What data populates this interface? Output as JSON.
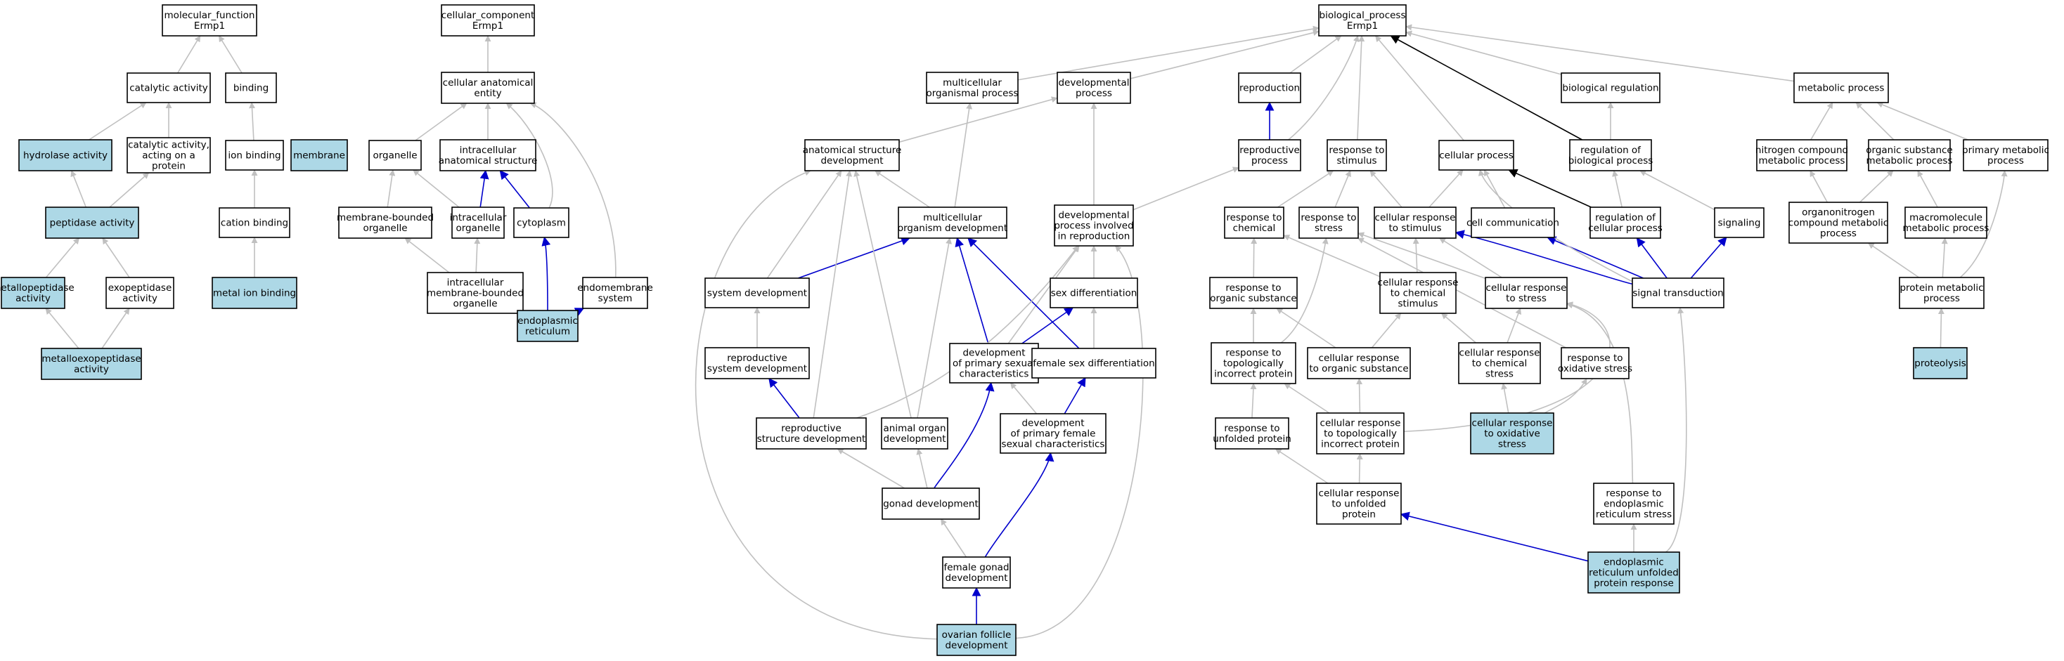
{
  "colors": {
    "highlight_fill": "#add8e6",
    "node_fill": "#ffffff",
    "node_border": "#000000",
    "edge_is_a": "#c0c0c0",
    "edge_part_of": "#0000cc",
    "edge_regulates": "#000000"
  },
  "nodes": [
    {
      "id": "mf",
      "lines": [
        "molecular_function",
        "Ermp1"
      ],
      "highlight": false
    },
    {
      "id": "cat",
      "lines": [
        "catalytic activity"
      ],
      "highlight": false
    },
    {
      "id": "binding",
      "lines": [
        "binding"
      ],
      "highlight": false
    },
    {
      "id": "hydro",
      "lines": [
        "hydrolase activity"
      ],
      "highlight": true
    },
    {
      "id": "catprot",
      "lines": [
        "catalytic activity,",
        "acting on a",
        "protein"
      ],
      "highlight": false
    },
    {
      "id": "ionb",
      "lines": [
        "ion binding"
      ],
      "highlight": false
    },
    {
      "id": "pept",
      "lines": [
        "peptidase activity"
      ],
      "highlight": true
    },
    {
      "id": "cationb",
      "lines": [
        "cation binding"
      ],
      "highlight": false
    },
    {
      "id": "metallo",
      "lines": [
        "metallopeptidase",
        "activity"
      ],
      "highlight": true
    },
    {
      "id": "exo",
      "lines": [
        "exopeptidase",
        "activity"
      ],
      "highlight": false
    },
    {
      "id": "metalion",
      "lines": [
        "metal ion binding"
      ],
      "highlight": true
    },
    {
      "id": "metexo",
      "lines": [
        "metalloexopeptidase",
        "activity"
      ],
      "highlight": true
    },
    {
      "id": "cc",
      "lines": [
        "cellular_component",
        "Ermp1"
      ],
      "highlight": false
    },
    {
      "id": "cae",
      "lines": [
        "cellular anatomical",
        "entity"
      ],
      "highlight": false
    },
    {
      "id": "membrane",
      "lines": [
        "membrane"
      ],
      "highlight": true
    },
    {
      "id": "organelle",
      "lines": [
        "organelle"
      ],
      "highlight": false
    },
    {
      "id": "intraanat",
      "lines": [
        "intracellular",
        "anatomical structure"
      ],
      "highlight": false
    },
    {
      "id": "mbo",
      "lines": [
        "membrane-bounded",
        "organelle"
      ],
      "highlight": false
    },
    {
      "id": "intraorg",
      "lines": [
        "intracellular",
        "organelle"
      ],
      "highlight": false
    },
    {
      "id": "cyto",
      "lines": [
        "cytoplasm"
      ],
      "highlight": false
    },
    {
      "id": "imbo",
      "lines": [
        "intracellular",
        "membrane-bounded",
        "organelle"
      ],
      "highlight": false
    },
    {
      "id": "endosys",
      "lines": [
        "endomembrane",
        "system"
      ],
      "highlight": false
    },
    {
      "id": "er",
      "lines": [
        "endoplasmic",
        "reticulum"
      ],
      "highlight": true
    },
    {
      "id": "bp",
      "lines": [
        "biological_process",
        "Ermp1"
      ],
      "highlight": false
    },
    {
      "id": "mop",
      "lines": [
        "multicellular",
        "organismal process"
      ],
      "highlight": false
    },
    {
      "id": "devp",
      "lines": [
        "developmental",
        "process"
      ],
      "highlight": false
    },
    {
      "id": "repro",
      "lines": [
        "reproduction"
      ],
      "highlight": false
    },
    {
      "id": "bioreg",
      "lines": [
        "biological regulation"
      ],
      "highlight": false
    },
    {
      "id": "metab",
      "lines": [
        "metabolic process"
      ],
      "highlight": false
    },
    {
      "id": "asd",
      "lines": [
        "anatomical structure",
        "development"
      ],
      "highlight": false
    },
    {
      "id": "reprop",
      "lines": [
        "reproductive",
        "process"
      ],
      "highlight": false
    },
    {
      "id": "rts",
      "lines": [
        "response to",
        "stimulus"
      ],
      "highlight": false
    },
    {
      "id": "cellp",
      "lines": [
        "cellular process"
      ],
      "highlight": false
    },
    {
      "id": "regbp",
      "lines": [
        "regulation of",
        "biological process"
      ],
      "highlight": false
    },
    {
      "id": "ncmp",
      "lines": [
        "nitrogen compound",
        "metabolic process"
      ],
      "highlight": false
    },
    {
      "id": "osmp",
      "lines": [
        "organic substance",
        "metabolic process"
      ],
      "highlight": false
    },
    {
      "id": "pmp",
      "lines": [
        "primary metabolic",
        "process"
      ],
      "highlight": false
    },
    {
      "id": "mod",
      "lines": [
        "multicellular",
        "organism development"
      ],
      "highlight": false
    },
    {
      "id": "dpir",
      "lines": [
        "developmental",
        "process involved",
        "in reproduction"
      ],
      "highlight": false
    },
    {
      "id": "rtchem",
      "lines": [
        "response to",
        "chemical"
      ],
      "highlight": false
    },
    {
      "id": "rtstress",
      "lines": [
        "response to",
        "stress"
      ],
      "highlight": false
    },
    {
      "id": "crts",
      "lines": [
        "cellular response",
        "to stimulus"
      ],
      "highlight": false
    },
    {
      "id": "cellcomm",
      "lines": [
        "cell communication"
      ],
      "highlight": false
    },
    {
      "id": "regcp",
      "lines": [
        "regulation of",
        "cellular process"
      ],
      "highlight": false
    },
    {
      "id": "signaling",
      "lines": [
        "signaling"
      ],
      "highlight": false
    },
    {
      "id": "oncmp",
      "lines": [
        "organonitrogen",
        "compound metabolic",
        "process"
      ],
      "highlight": false
    },
    {
      "id": "macromp",
      "lines": [
        "macromolecule",
        "metabolic process"
      ],
      "highlight": false
    },
    {
      "id": "sysdev",
      "lines": [
        "system development"
      ],
      "highlight": false
    },
    {
      "id": "sexdiff",
      "lines": [
        "sex differentiation"
      ],
      "highlight": false
    },
    {
      "id": "rtos",
      "lines": [
        "response to",
        "organic substance"
      ],
      "highlight": false
    },
    {
      "id": "crtcs",
      "lines": [
        "cellular response",
        "to chemical",
        "stimulus"
      ],
      "highlight": false
    },
    {
      "id": "crtstress",
      "lines": [
        "cellular response",
        "to stress"
      ],
      "highlight": false
    },
    {
      "id": "sigtrans",
      "lines": [
        "signal transduction"
      ],
      "highlight": false
    },
    {
      "id": "protmp",
      "lines": [
        "protein metabolic",
        "process"
      ],
      "highlight": false
    },
    {
      "id": "rsd",
      "lines": [
        "reproductive",
        "system development"
      ],
      "highlight": false
    },
    {
      "id": "dpsc",
      "lines": [
        "development",
        "of primary sexual",
        "characteristics"
      ],
      "highlight": false
    },
    {
      "id": "fsd",
      "lines": [
        "female sex differentiation"
      ],
      "highlight": false
    },
    {
      "id": "rtip",
      "lines": [
        "response to",
        "topologically",
        "incorrect protein"
      ],
      "highlight": false
    },
    {
      "id": "crtos",
      "lines": [
        "cellular response",
        "to organic substance"
      ],
      "highlight": false
    },
    {
      "id": "crtchemstress",
      "lines": [
        "cellular response",
        "to chemical",
        "stress"
      ],
      "highlight": false
    },
    {
      "id": "rtoxs",
      "lines": [
        "response to",
        "oxidative stress"
      ],
      "highlight": false
    },
    {
      "id": "proteolysis",
      "lines": [
        "proteolysis"
      ],
      "highlight": true
    },
    {
      "id": "rsdev",
      "lines": [
        "reproductive",
        "structure development"
      ],
      "highlight": false
    },
    {
      "id": "aod",
      "lines": [
        "animal organ",
        "development"
      ],
      "highlight": false
    },
    {
      "id": "dpfsc",
      "lines": [
        "development",
        "of primary female",
        "sexual characteristics"
      ],
      "highlight": false
    },
    {
      "id": "rtup",
      "lines": [
        "response to",
        "unfolded protein"
      ],
      "highlight": false
    },
    {
      "id": "crtip",
      "lines": [
        "cellular response",
        "to topologically",
        "incorrect protein"
      ],
      "highlight": false
    },
    {
      "id": "crtoxs",
      "lines": [
        "cellular response",
        "to oxidative",
        "stress"
      ],
      "highlight": true
    },
    {
      "id": "gonad",
      "lines": [
        "gonad development"
      ],
      "highlight": false
    },
    {
      "id": "crtup",
      "lines": [
        "cellular response",
        "to unfolded",
        "protein"
      ],
      "highlight": false
    },
    {
      "id": "rters",
      "lines": [
        "response to",
        "endoplasmic",
        "reticulum stress"
      ],
      "highlight": false
    },
    {
      "id": "fgd",
      "lines": [
        "female gonad",
        "development"
      ],
      "highlight": false
    },
    {
      "id": "erupr",
      "lines": [
        "endoplasmic",
        "reticulum unfolded",
        "protein response"
      ],
      "highlight": true
    },
    {
      "id": "ofd",
      "lines": [
        "ovarian follicle",
        "development"
      ],
      "highlight": true
    }
  ],
  "edges": [
    {
      "from": "cat",
      "to": "mf",
      "type": "is_a"
    },
    {
      "from": "binding",
      "to": "mf",
      "type": "is_a"
    },
    {
      "from": "hydro",
      "to": "cat",
      "type": "is_a"
    },
    {
      "from": "catprot",
      "to": "cat",
      "type": "is_a"
    },
    {
      "from": "ionb",
      "to": "binding",
      "type": "is_a"
    },
    {
      "from": "pept",
      "to": "hydro",
      "type": "is_a"
    },
    {
      "from": "pept",
      "to": "catprot",
      "type": "is_a"
    },
    {
      "from": "cationb",
      "to": "ionb",
      "type": "is_a"
    },
    {
      "from": "metallo",
      "to": "pept",
      "type": "is_a"
    },
    {
      "from": "exo",
      "to": "pept",
      "type": "is_a"
    },
    {
      "from": "metalion",
      "to": "cationb",
      "type": "is_a"
    },
    {
      "from": "metexo",
      "to": "metallo",
      "type": "is_a"
    },
    {
      "from": "metexo",
      "to": "exo",
      "type": "is_a"
    },
    {
      "from": "cae",
      "to": "cc",
      "type": "is_a"
    },
    {
      "from": "organelle",
      "to": "cae",
      "type": "is_a"
    },
    {
      "from": "intraanat",
      "to": "cae",
      "type": "is_a"
    },
    {
      "from": "cyto",
      "to": "cae",
      "type": "is_a"
    },
    {
      "from": "endosys",
      "to": "cae",
      "type": "is_a"
    },
    {
      "from": "mbo",
      "to": "organelle",
      "type": "is_a"
    },
    {
      "from": "intraorg",
      "to": "organelle",
      "type": "is_a"
    },
    {
      "from": "intraorg",
      "to": "intraanat",
      "type": "part_of"
    },
    {
      "from": "cyto",
      "to": "intraanat",
      "type": "part_of"
    },
    {
      "from": "imbo",
      "to": "mbo",
      "type": "is_a"
    },
    {
      "from": "imbo",
      "to": "intraorg",
      "type": "is_a"
    },
    {
      "from": "er",
      "to": "imbo",
      "type": "is_a"
    },
    {
      "from": "er",
      "to": "cyto",
      "type": "part_of"
    },
    {
      "from": "er",
      "to": "endosys",
      "type": "part_of"
    },
    {
      "from": "mop",
      "to": "bp",
      "type": "is_a"
    },
    {
      "from": "devp",
      "to": "bp",
      "type": "is_a"
    },
    {
      "from": "repro",
      "to": "bp",
      "type": "is_a"
    },
    {
      "from": "bioreg",
      "to": "bp",
      "type": "is_a"
    },
    {
      "from": "metab",
      "to": "bp",
      "type": "is_a"
    },
    {
      "from": "rts",
      "to": "bp",
      "type": "is_a"
    },
    {
      "from": "cellp",
      "to": "bp",
      "type": "is_a"
    },
    {
      "from": "reprop",
      "to": "bp",
      "type": "is_a"
    },
    {
      "from": "regbp",
      "to": "bp",
      "type": "regulates"
    },
    {
      "from": "asd",
      "to": "devp",
      "type": "is_a"
    },
    {
      "from": "reprop",
      "to": "repro",
      "type": "part_of"
    },
    {
      "from": "regbp",
      "to": "bioreg",
      "type": "is_a"
    },
    {
      "from": "ncmp",
      "to": "metab",
      "type": "is_a"
    },
    {
      "from": "osmp",
      "to": "metab",
      "type": "is_a"
    },
    {
      "from": "pmp",
      "to": "metab",
      "type": "is_a"
    },
    {
      "from": "mod",
      "to": "mop",
      "type": "is_a"
    },
    {
      "from": "mod",
      "to": "asd",
      "type": "is_a"
    },
    {
      "from": "dpir",
      "to": "devp",
      "type": "is_a"
    },
    {
      "from": "dpir",
      "to": "reprop",
      "type": "is_a"
    },
    {
      "from": "rtchem",
      "to": "rts",
      "type": "is_a"
    },
    {
      "from": "rtstress",
      "to": "rts",
      "type": "is_a"
    },
    {
      "from": "crts",
      "to": "rts",
      "type": "is_a"
    },
    {
      "from": "crts",
      "to": "cellp",
      "type": "is_a"
    },
    {
      "from": "cellcomm",
      "to": "cellp",
      "type": "is_a"
    },
    {
      "from": "regcp",
      "to": "cellp",
      "type": "regulates"
    },
    {
      "from": "regcp",
      "to": "regbp",
      "type": "is_a"
    },
    {
      "from": "signaling",
      "to": "regbp",
      "type": "is_a"
    },
    {
      "from": "oncmp",
      "to": "ncmp",
      "type": "is_a"
    },
    {
      "from": "oncmp",
      "to": "osmp",
      "type": "is_a"
    },
    {
      "from": "macromp",
      "to": "osmp",
      "type": "is_a"
    },
    {
      "from": "sysdev",
      "to": "asd",
      "type": "is_a"
    },
    {
      "from": "sysdev",
      "to": "mod",
      "type": "part_of"
    },
    {
      "from": "sexdiff",
      "to": "dpir",
      "type": "is_a"
    },
    {
      "from": "rtos",
      "to": "rtchem",
      "type": "is_a"
    },
    {
      "from": "crtcs",
      "to": "rtchem",
      "type": "is_a"
    },
    {
      "from": "crtcs",
      "to": "crts",
      "type": "is_a"
    },
    {
      "from": "crtstress",
      "to": "rtstress",
      "type": "is_a"
    },
    {
      "from": "crtstress",
      "to": "crts",
      "type": "is_a"
    },
    {
      "from": "sigtrans",
      "to": "crts",
      "type": "part_of"
    },
    {
      "from": "sigtrans",
      "to": "cellcomm",
      "type": "part_of"
    },
    {
      "from": "sigtrans",
      "to": "regcp",
      "type": "part_of"
    },
    {
      "from": "sigtrans",
      "to": "signaling",
      "type": "part_of"
    },
    {
      "from": "sigtrans",
      "to": "cellp",
      "type": "is_a"
    },
    {
      "from": "protmp",
      "to": "oncmp",
      "type": "is_a"
    },
    {
      "from": "protmp",
      "to": "macromp",
      "type": "is_a"
    },
    {
      "from": "protmp",
      "to": "pmp",
      "type": "is_a"
    },
    {
      "from": "rsd",
      "to": "sysdev",
      "type": "is_a"
    },
    {
      "from": "dpsc",
      "to": "mod",
      "type": "part_of"
    },
    {
      "from": "dpsc",
      "to": "sexdiff",
      "type": "part_of"
    },
    {
      "from": "dpsc",
      "to": "dpir",
      "type": "is_a"
    },
    {
      "from": "fsd",
      "to": "sexdiff",
      "type": "is_a"
    },
    {
      "from": "fsd",
      "to": "mod",
      "type": "part_of"
    },
    {
      "from": "rtip",
      "to": "rtos",
      "type": "is_a"
    },
    {
      "from": "rtip",
      "to": "rtstress",
      "type": "is_a"
    },
    {
      "from": "crtos",
      "to": "crtcs",
      "type": "is_a"
    },
    {
      "from": "crtos",
      "to": "rtos",
      "type": "is_a"
    },
    {
      "from": "crtchemstress",
      "to": "crtcs",
      "type": "is_a"
    },
    {
      "from": "crtchemstress",
      "to": "crtstress",
      "type": "is_a"
    },
    {
      "from": "rtoxs",
      "to": "rtstress",
      "type": "is_a"
    },
    {
      "from": "proteolysis",
      "to": "protmp",
      "type": "is_a"
    },
    {
      "from": "rsdev",
      "to": "asd",
      "type": "is_a"
    },
    {
      "from": "rsdev",
      "to": "rsd",
      "type": "part_of"
    },
    {
      "from": "rsdev",
      "to": "dpir",
      "type": "is_a"
    },
    {
      "from": "aod",
      "to": "asd",
      "type": "is_a"
    },
    {
      "from": "aod",
      "to": "mod",
      "type": "is_a"
    },
    {
      "from": "dpfsc",
      "to": "dpsc",
      "type": "is_a"
    },
    {
      "from": "dpfsc",
      "to": "fsd",
      "type": "part_of"
    },
    {
      "from": "rtup",
      "to": "rtip",
      "type": "is_a"
    },
    {
      "from": "crtip",
      "to": "rtip",
      "type": "is_a"
    },
    {
      "from": "crtip",
      "to": "crtos",
      "type": "is_a"
    },
    {
      "from": "crtip",
      "to": "crtstress",
      "type": "is_a"
    },
    {
      "from": "crtoxs",
      "to": "crtchemstress",
      "type": "is_a"
    },
    {
      "from": "crtoxs",
      "to": "rtoxs",
      "type": "is_a"
    },
    {
      "from": "gonad",
      "to": "rsdev",
      "type": "is_a"
    },
    {
      "from": "gonad",
      "to": "aod",
      "type": "is_a"
    },
    {
      "from": "gonad",
      "to": "dpsc",
      "type": "part_of"
    },
    {
      "from": "crtup",
      "to": "crtip",
      "type": "is_a"
    },
    {
      "from": "crtup",
      "to": "rtup",
      "type": "is_a"
    },
    {
      "from": "rters",
      "to": "crtstress",
      "type": "is_a"
    },
    {
      "from": "fgd",
      "to": "gonad",
      "type": "is_a"
    },
    {
      "from": "fgd",
      "to": "dpfsc",
      "type": "part_of"
    },
    {
      "from": "erupr",
      "to": "crtup",
      "type": "part_of"
    },
    {
      "from": "erupr",
      "to": "rters",
      "type": "is_a"
    },
    {
      "from": "erupr",
      "to": "sigtrans",
      "type": "is_a"
    },
    {
      "from": "ofd",
      "to": "fgd",
      "type": "part_of"
    },
    {
      "from": "ofd",
      "to": "asd",
      "type": "is_a"
    },
    {
      "from": "ofd",
      "to": "dpir",
      "type": "is_a"
    }
  ]
}
